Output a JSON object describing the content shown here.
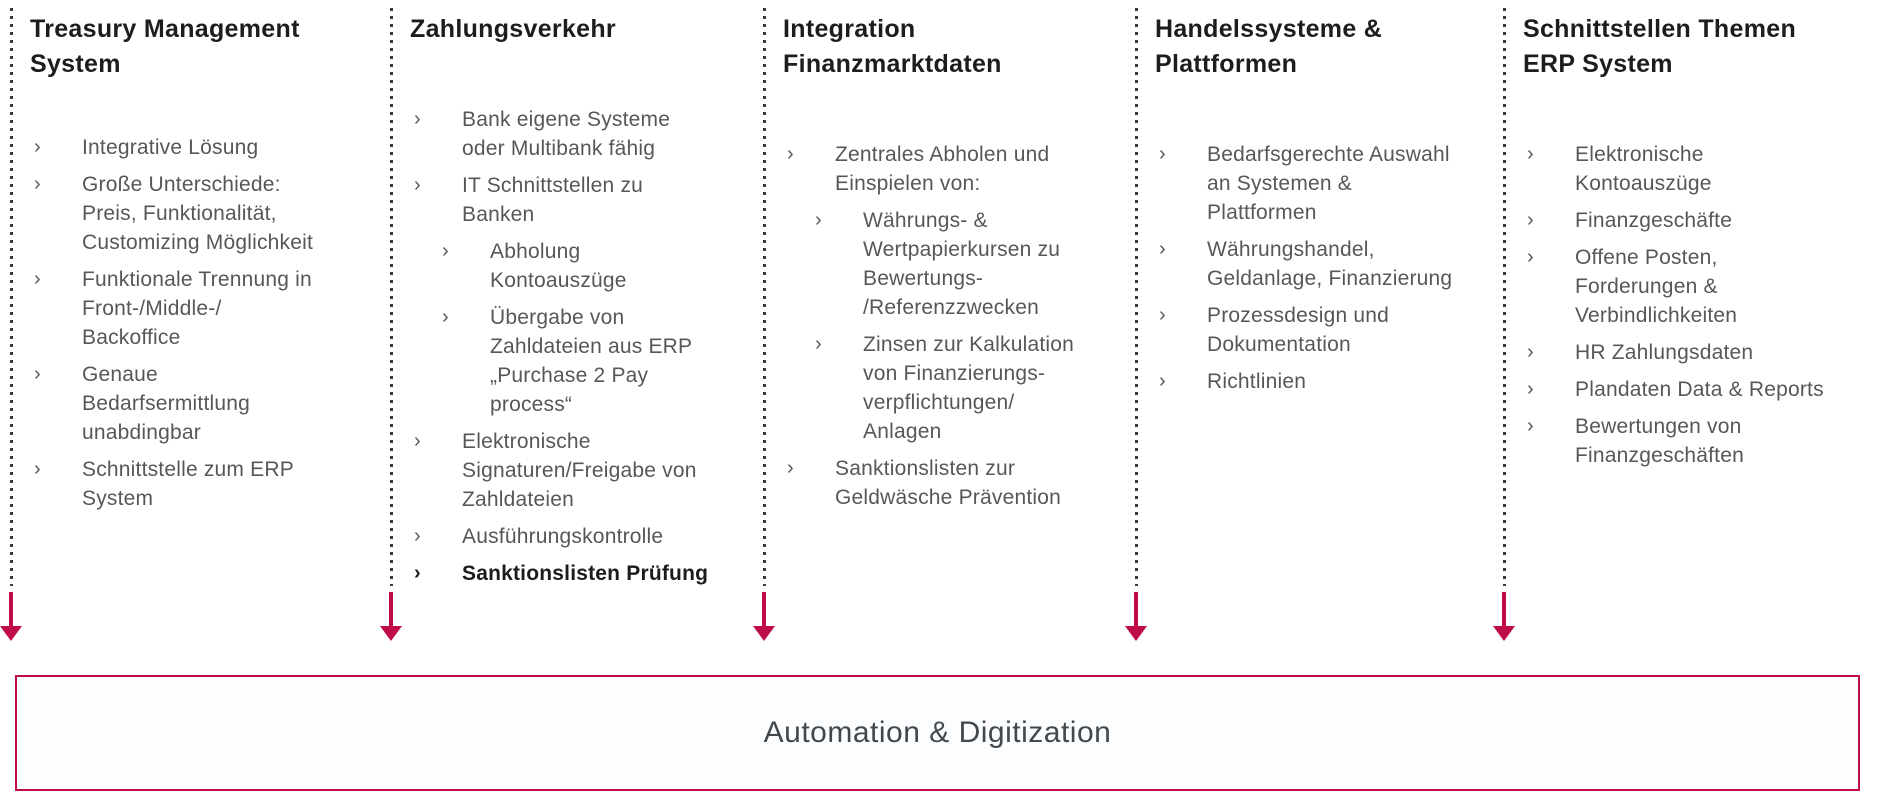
{
  "bullet_glyph": "›",
  "colors": {
    "accent": "#bf0d4b",
    "heading_text": "#1d1d1b",
    "body_text": "#55585a",
    "dotted_line": "#3c3c3c"
  },
  "columns": [
    {
      "title": "Treasury Management\nSystem",
      "items": [
        {
          "level": 1,
          "text": "Integrative Lösung"
        },
        {
          "level": 1,
          "text": "Große Unterschiede:\nPreis, Funktionalität,\nCustomizing Möglichkeit"
        },
        {
          "level": 1,
          "text": "Funktionale Trennung in\nFront-/Middle-/\nBackoffice"
        },
        {
          "level": 1,
          "text": "Genaue\nBedarfsermittlung\nunabdingbar"
        },
        {
          "level": 1,
          "text": "Schnittstelle zum ERP\nSystem"
        }
      ]
    },
    {
      "title": "Zahlungsverkehr",
      "items": [
        {
          "level": 1,
          "text": "Bank eigene Systeme\noder Multibank fähig"
        },
        {
          "level": 1,
          "text": "IT Schnittstellen zu\nBanken"
        },
        {
          "level": 2,
          "text": "Abholung\nKontoauszüge"
        },
        {
          "level": 2,
          "text": "Übergabe von\nZahldateien aus ERP\n„Purchase 2 Pay\nprocess“"
        },
        {
          "level": 1,
          "text": "Elektronische\nSignaturen/Freigabe von\nZahldateien"
        },
        {
          "level": 1,
          "text": "Ausführungskontrolle"
        },
        {
          "level": 1,
          "text": "Sanktionslisten Prüfung",
          "bold": true
        }
      ]
    },
    {
      "title": "Integration\nFinanzmarktdaten",
      "items": [
        {
          "level": 1,
          "text": "Zentrales Abholen und\nEinspielen von:"
        },
        {
          "level": 2,
          "text": "Währungs- &\nWertpapierkursen zu\nBewertungs-\n/Referenzzwecken"
        },
        {
          "level": 2,
          "text": "Zinsen zur Kalkulation\nvon Finanzierungs-\nverpflichtungen/\nAnlagen"
        },
        {
          "level": 1,
          "text": "Sanktionslisten zur\nGeldwäsche Prävention"
        }
      ]
    },
    {
      "title": "Handelssysteme &\nPlattformen",
      "items": [
        {
          "level": 1,
          "text": "Bedarfsgerechte Auswahl\nan Systemen &\nPlattformen"
        },
        {
          "level": 1,
          "text": "Währungshandel,\nGeldanlage, Finanzierung"
        },
        {
          "level": 1,
          "text": "Prozessdesign und\nDokumentation"
        },
        {
          "level": 1,
          "text": "Richtlinien"
        }
      ]
    },
    {
      "title": "Schnittstellen Themen\nERP System",
      "items": [
        {
          "level": 1,
          "text": "Elektronische\nKontoauszüge"
        },
        {
          "level": 1,
          "text": "Finanzgeschäfte"
        },
        {
          "level": 1,
          "text": "Offene Posten,\nForderungen &\nVerbindlichkeiten"
        },
        {
          "level": 1,
          "text": "HR Zahlungsdaten"
        },
        {
          "level": 1,
          "text": "Plandaten Data & Reports"
        },
        {
          "level": 1,
          "text": "Bewertungen von\nFinanzgeschäften"
        }
      ]
    }
  ],
  "footer": {
    "label": "Automation & Digitization"
  }
}
